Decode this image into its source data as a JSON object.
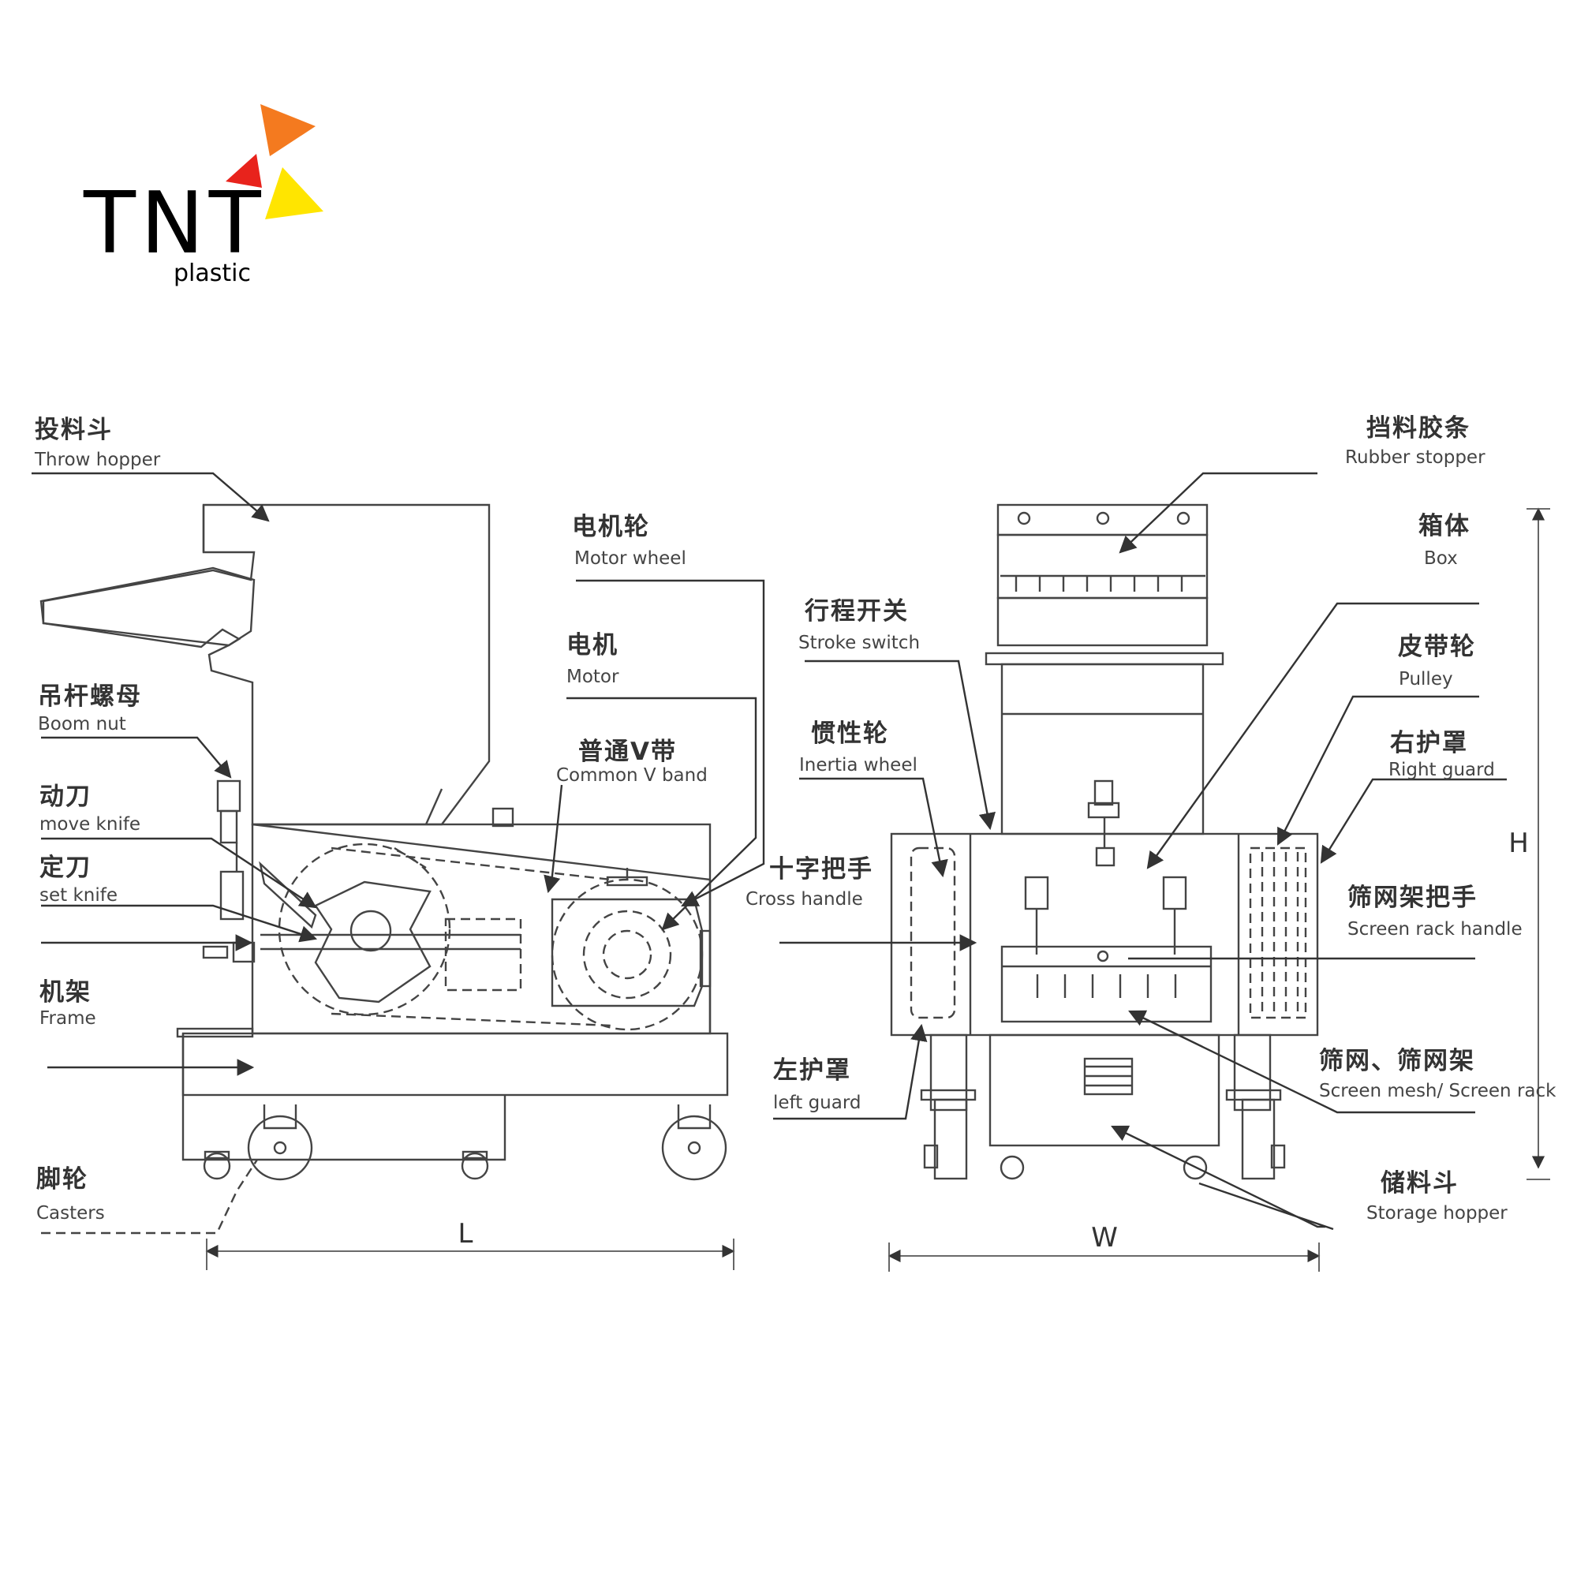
{
  "logo": {
    "brand": "TNT",
    "sub": "plastic",
    "colors": {
      "orange": "#F47A1F",
      "red": "#E8231C",
      "yellow": "#FFE500"
    }
  },
  "labels": {
    "throw_hopper": {
      "cn": "投料斗",
      "en": "Throw hopper"
    },
    "boom_nut": {
      "cn": "吊杆螺母",
      "en": "Boom nut"
    },
    "move_knife": {
      "cn": "动刀",
      "en": "move knife"
    },
    "set_knife": {
      "cn": "定刀",
      "en": "set knife"
    },
    "frame": {
      "cn": "机架",
      "en": "Frame"
    },
    "casters": {
      "cn": "脚轮",
      "en": "Casters"
    },
    "motor_wheel": {
      "cn": "电机轮",
      "en": "Motor wheel"
    },
    "motor": {
      "cn": "电机",
      "en": "Motor"
    },
    "v_band": {
      "cn": "普通V带",
      "en": "Common V band"
    },
    "stroke_switch": {
      "cn": "行程开关",
      "en": "Stroke switch"
    },
    "inertia_wheel": {
      "cn": "惯性轮",
      "en": "Inertia wheel"
    },
    "cross_handle": {
      "cn": "十字把手",
      "en": "Cross handle"
    },
    "left_guard": {
      "cn": "左护罩",
      "en": "left guard"
    },
    "rubber_stopper": {
      "cn": "挡料胶条",
      "en": "Rubber stopper"
    },
    "box": {
      "cn": "箱体",
      "en": "Box"
    },
    "pulley": {
      "cn": "皮带轮",
      "en": "Pulley"
    },
    "right_guard": {
      "cn": "右护罩",
      "en": "Right guard"
    },
    "screen_handle": {
      "cn": "筛网架把手",
      "en": "Screen rack handle"
    },
    "screen_mesh": {
      "cn": "筛网、筛网架",
      "en": "Screen mesh/ Screen rack"
    },
    "storage_hopper": {
      "cn": "储料斗",
      "en": "Storage hopper"
    }
  },
  "dimensions": {
    "length": "L",
    "width": "W",
    "height": "H"
  }
}
